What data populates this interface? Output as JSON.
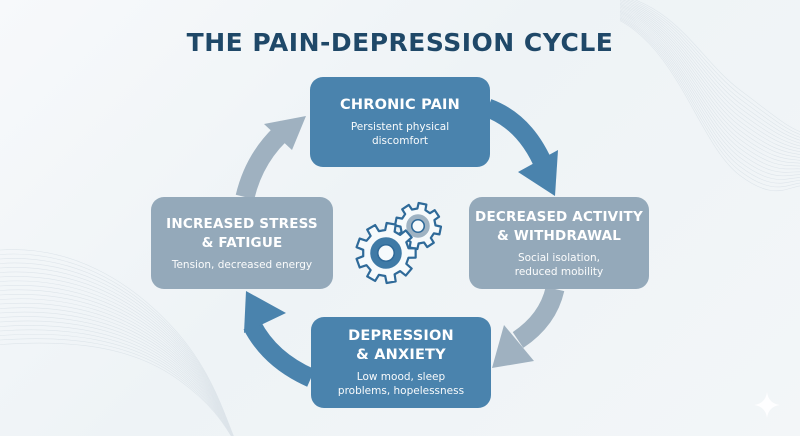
{
  "title": "THE PAIN-DEPRESSION CYCLE",
  "colors": {
    "title": "#1f4868",
    "primary_box": "#4a83ad",
    "muted_box": "#94a9ba",
    "primary_arrow": "#4a83ad",
    "muted_arrow": "#9fb1c0",
    "gear_outline": "#2f6a99",
    "gear_hub_primary": "#3f7aa6",
    "gear_hub_muted": "#9fb3c3"
  },
  "cycle": {
    "steps": [
      {
        "id": "chronic-pain",
        "title": "CHRONIC PAIN",
        "description": "Persistent physical discomfort",
        "style": "primary"
      },
      {
        "id": "decreased-activity",
        "title": "DECREASED ACTIVITY & WITHDRAWAL",
        "description": "Social isolation, reduced mobility",
        "style": "muted"
      },
      {
        "id": "depression-anxiety",
        "title": "DEPRESSION & ANXIETY",
        "description": "Low mood, sleep problems, hopelessness",
        "style": "primary"
      },
      {
        "id": "stress-fatigue",
        "title": "INCREASED STRESS & FATIGUE",
        "description": "Tension, decreased energy",
        "style": "muted"
      }
    ],
    "arrows": [
      {
        "from": "chronic-pain",
        "to": "decreased-activity",
        "style": "primary"
      },
      {
        "from": "decreased-activity",
        "to": "depression-anxiety",
        "style": "muted"
      },
      {
        "from": "depression-anxiety",
        "to": "stress-fatigue",
        "style": "primary"
      },
      {
        "from": "stress-fatigue",
        "to": "chronic-pain",
        "style": "muted"
      }
    ]
  },
  "center_icon": "gears-icon",
  "corner_icon": "sparkle-icon"
}
